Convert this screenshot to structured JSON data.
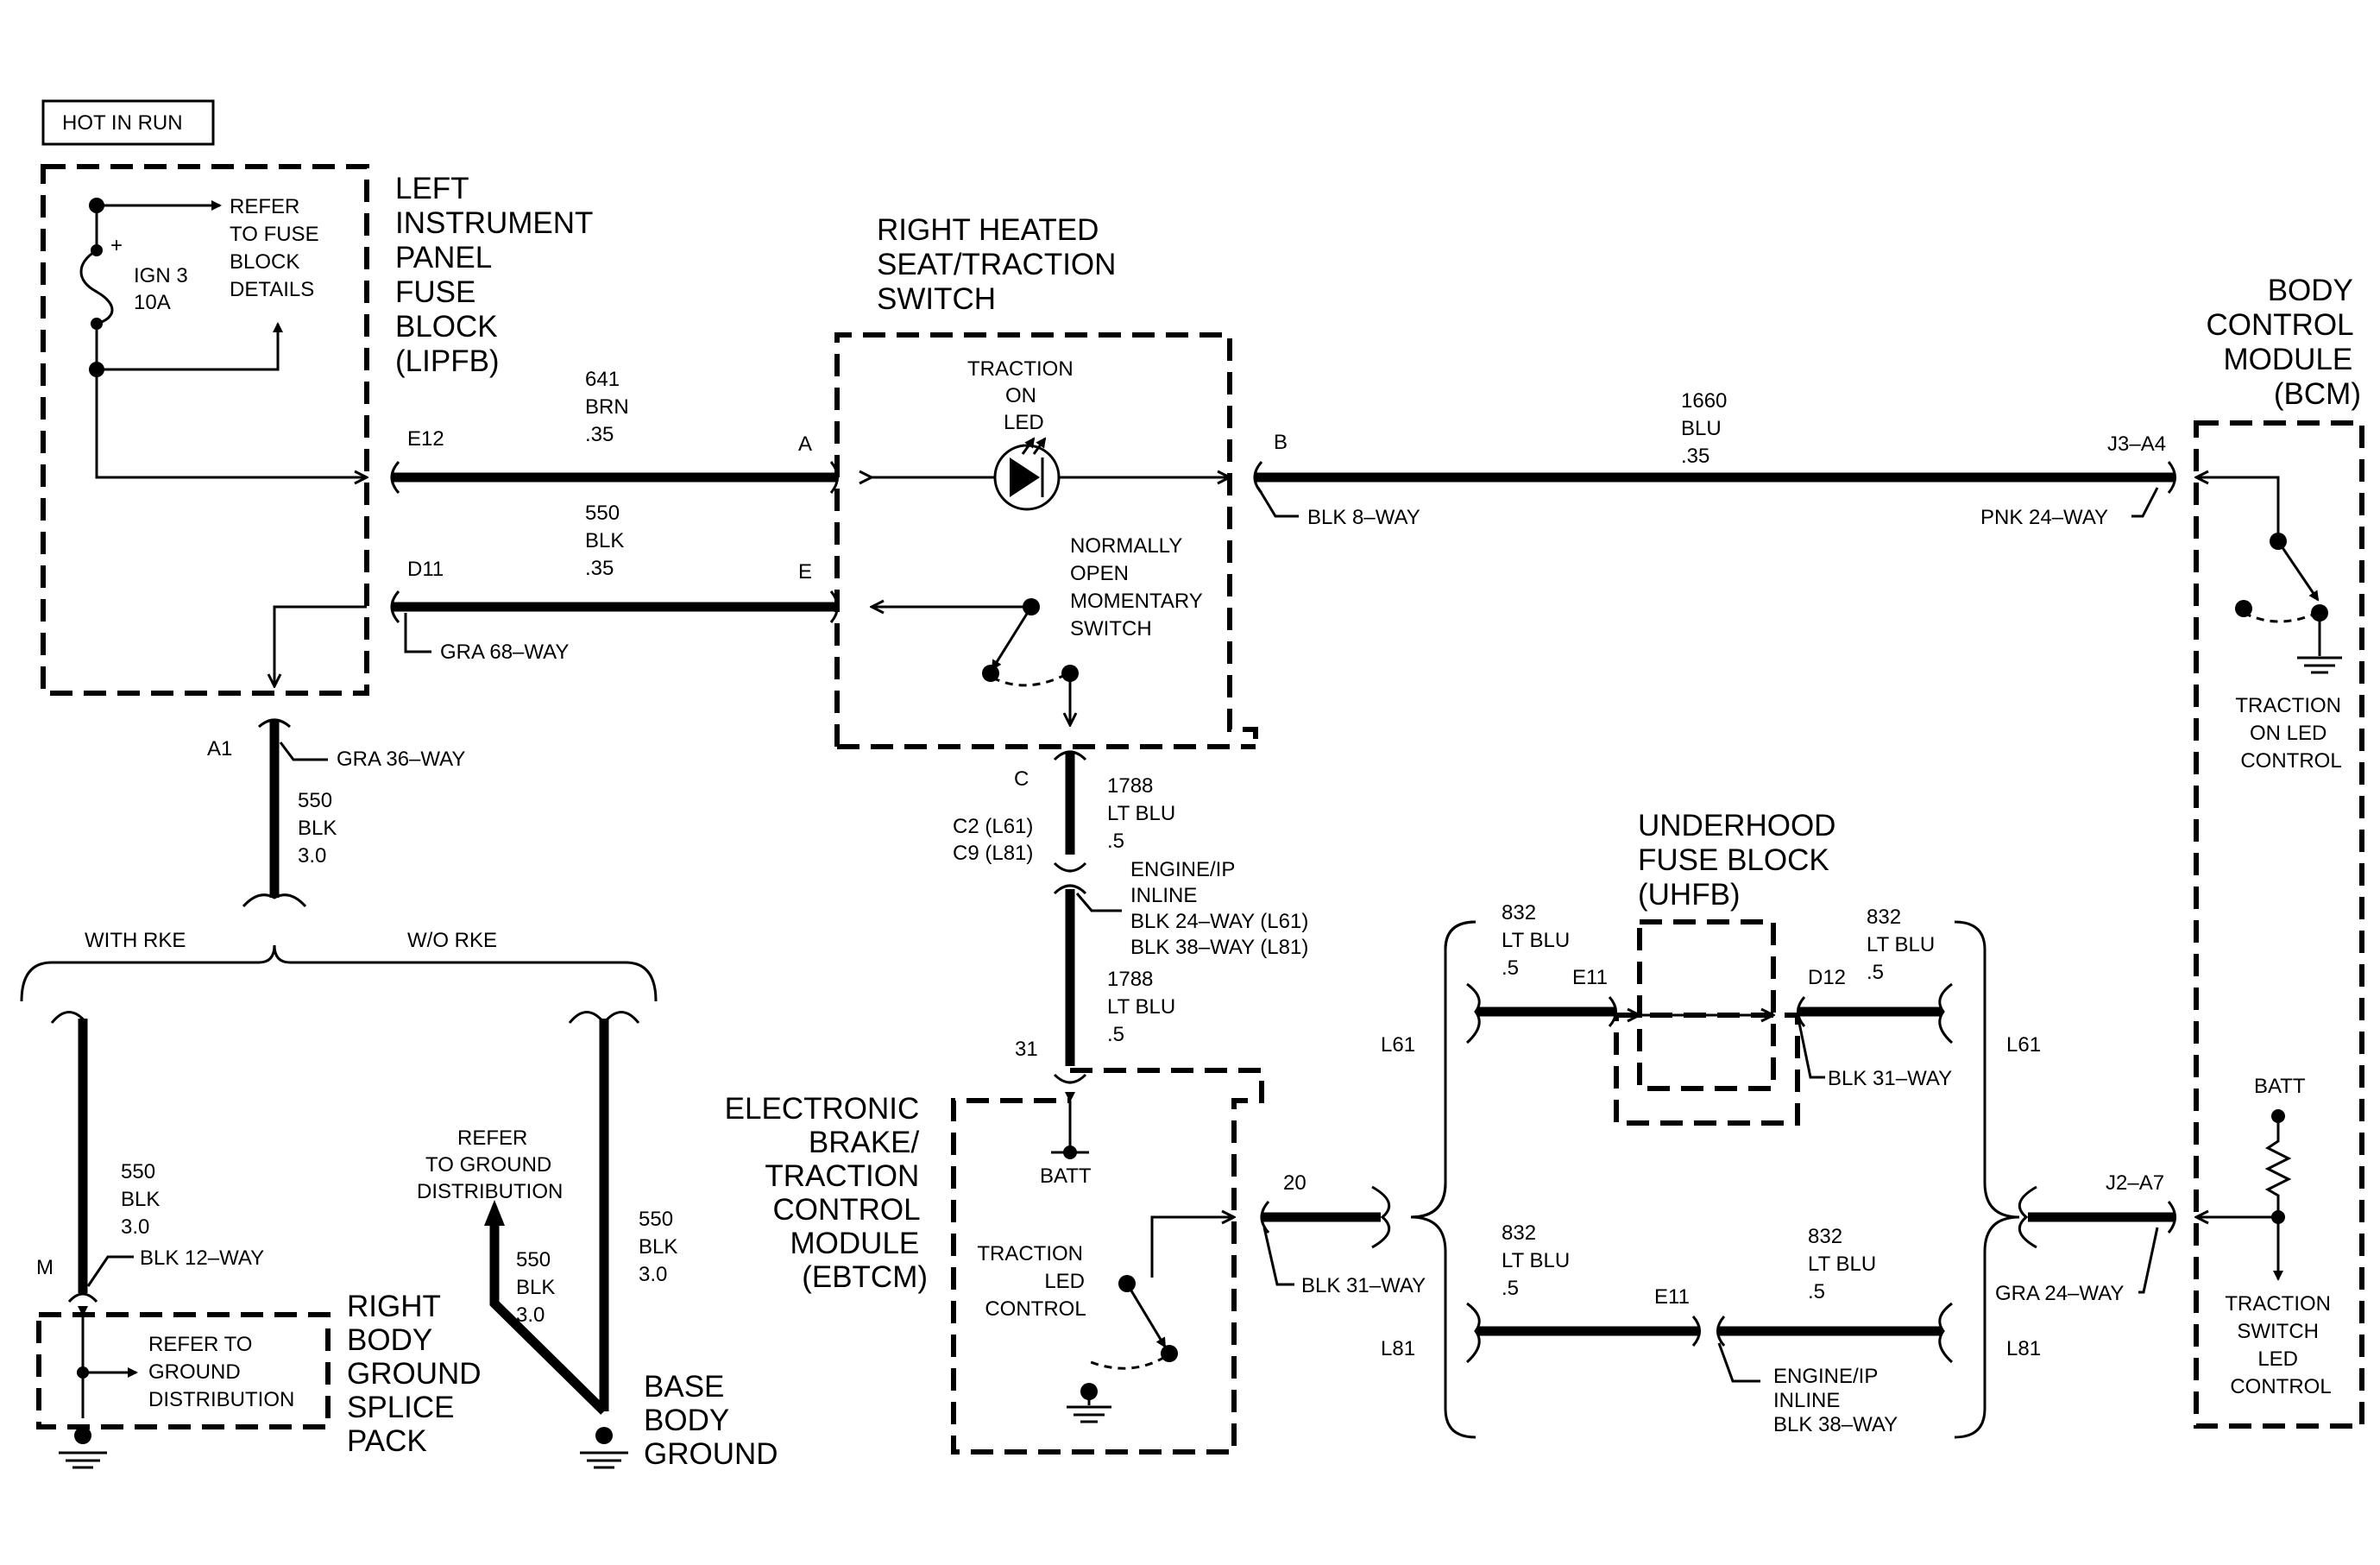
{
  "hot_in_run": "HOT IN RUN",
  "lipfb": {
    "title": [
      "LEFT",
      "INSTRUMENT",
      "PANEL",
      "FUSE",
      "BLOCK",
      "(LIPFB)"
    ],
    "refer_fuse": [
      "REFER",
      "TO FUSE",
      "BLOCK",
      "DETAILS"
    ],
    "fuse_name": "IGN 3",
    "fuse_rating": "10A",
    "plus": "+",
    "pin_e12": "E12",
    "pin_d11": "D11",
    "conn_gra68": "GRA 68–WAY",
    "pin_a1": "A1",
    "conn_gra36": "GRA 36–WAY"
  },
  "wire_641": [
    "641",
    "BRN",
    ".35"
  ],
  "wire_550_top": [
    "550",
    "BLK",
    ".35"
  ],
  "wire_550_a1": [
    "550",
    "BLK",
    "3.0"
  ],
  "rke": {
    "with": "WITH RKE",
    "without": "W/O RKE",
    "wire_left": [
      "550",
      "BLK",
      "3.0"
    ],
    "wire_right": [
      "550",
      "BLK",
      "3.0"
    ],
    "wire_mid": [
      "550",
      "BLK",
      "3.0"
    ],
    "pin_m": "M",
    "conn_blk12": "BLK 12–WAY"
  },
  "splice_pack": {
    "refer": [
      "REFER TO",
      "GROUND",
      "DISTRIBUTION"
    ],
    "title": [
      "RIGHT",
      "BODY",
      "GROUND",
      "SPLICE",
      "PACK"
    ]
  },
  "ground_refer": [
    "REFER",
    "TO GROUND",
    "DISTRIBUTION"
  ],
  "base_ground": [
    "BASE",
    "BODY",
    "GROUND"
  ],
  "switch": {
    "title": [
      "RIGHT HEATED",
      "SEAT/TRACTION",
      "SWITCH"
    ],
    "led_label": [
      "TRACTION",
      "ON",
      "LED"
    ],
    "momentary": [
      "NORMALLY",
      "OPEN",
      "MOMENTARY",
      "SWITCH"
    ],
    "pin_a": "A",
    "pin_e": "E",
    "pin_b": "B",
    "pin_c": "C",
    "conn_blk8": "BLK 8–WAY"
  },
  "wire_1660": [
    "1660",
    "BLU",
    ".35"
  ],
  "bcm": {
    "title": [
      "BODY",
      "CONTROL",
      "MODULE",
      "(BCM)"
    ],
    "pin_j3a4": "J3–A4",
    "conn_pnk24": "PNK 24–WAY",
    "led_control": [
      "TRACTION",
      "ON LED",
      "CONTROL"
    ],
    "batt": "BATT",
    "pin_j2a7": "J2–A7",
    "conn_gra24": "GRA 24–WAY",
    "switch_led_control": [
      "TRACTION",
      "SWITCH",
      "LED",
      "CONTROL"
    ]
  },
  "c_pins": [
    "C2 (L61)",
    "C9 (L81)"
  ],
  "wire_1788_top": [
    "1788",
    "LT BLU",
    ".5"
  ],
  "inline": [
    "ENGINE/IP",
    "INLINE",
    "BLK 24–WAY (L61)",
    "BLK 38–WAY (L81)"
  ],
  "wire_1788_bot": [
    "1788",
    "LT BLU",
    ".5"
  ],
  "ebtcm": {
    "pin_31": "31",
    "title": [
      "ELECTRONIC",
      "BRAKE/",
      "TRACTION",
      "CONTROL",
      "MODULE",
      "(EBTCM)"
    ],
    "batt": "BATT",
    "led_control": [
      "TRACTION",
      "LED",
      "CONTROL"
    ],
    "pin_20": "20",
    "conn_blk31": "BLK 31–WAY"
  },
  "uhfb": {
    "title": [
      "UNDERHOOD",
      "FUSE BLOCK",
      "(UHFB)"
    ],
    "wire_832_ul": [
      "832",
      "LT BLU",
      ".5"
    ],
    "wire_832_ur": [
      "832",
      "LT BLU",
      ".5"
    ],
    "pin_e11": "E11",
    "pin_d12": "D12",
    "conn_blk31": "BLK 31–WAY",
    "l61_left": "L61",
    "l61_right": "L61",
    "l81_left": "L81",
    "l81_right": "L81",
    "wire_832_ll": [
      "832",
      "LT BLU",
      ".5"
    ],
    "wire_832_lr": [
      "832",
      "LT BLU",
      ".5"
    ],
    "pin_e11_lower": "E11",
    "inline38": [
      "ENGINE/IP",
      "INLINE",
      "BLK 38–WAY"
    ]
  }
}
